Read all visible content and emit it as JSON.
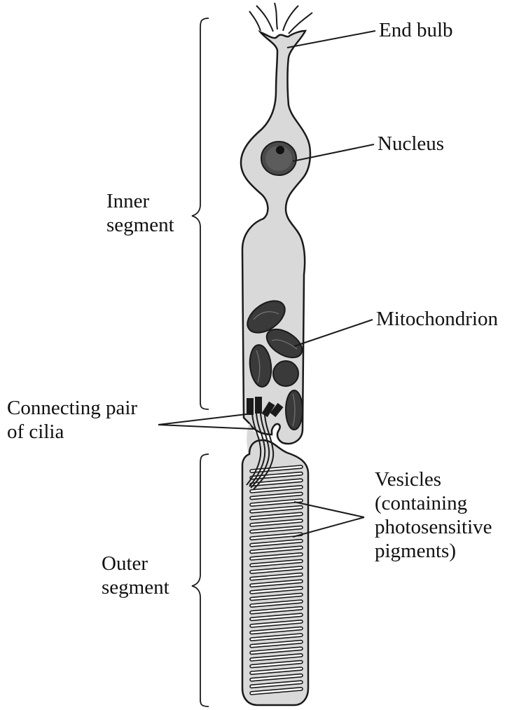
{
  "labels": {
    "end_bulb": "End bulb",
    "nucleus": "Nucleus",
    "inner_segment": [
      "Inner",
      "segment"
    ],
    "mitochondrion": "Mitochondrion",
    "connecting_cilia": [
      "Connecting pair",
      "of cilia"
    ],
    "vesicles": [
      "Vesicles",
      "(containing",
      "photosensitive",
      "pigments)"
    ],
    "outer_segment": [
      "Outer",
      "segment"
    ]
  },
  "colors": {
    "cell_fill": "#d9d9d9",
    "outline": "#1a1a1a",
    "organelle_fill": "#3a3a3a",
    "background": "#ffffff"
  }
}
